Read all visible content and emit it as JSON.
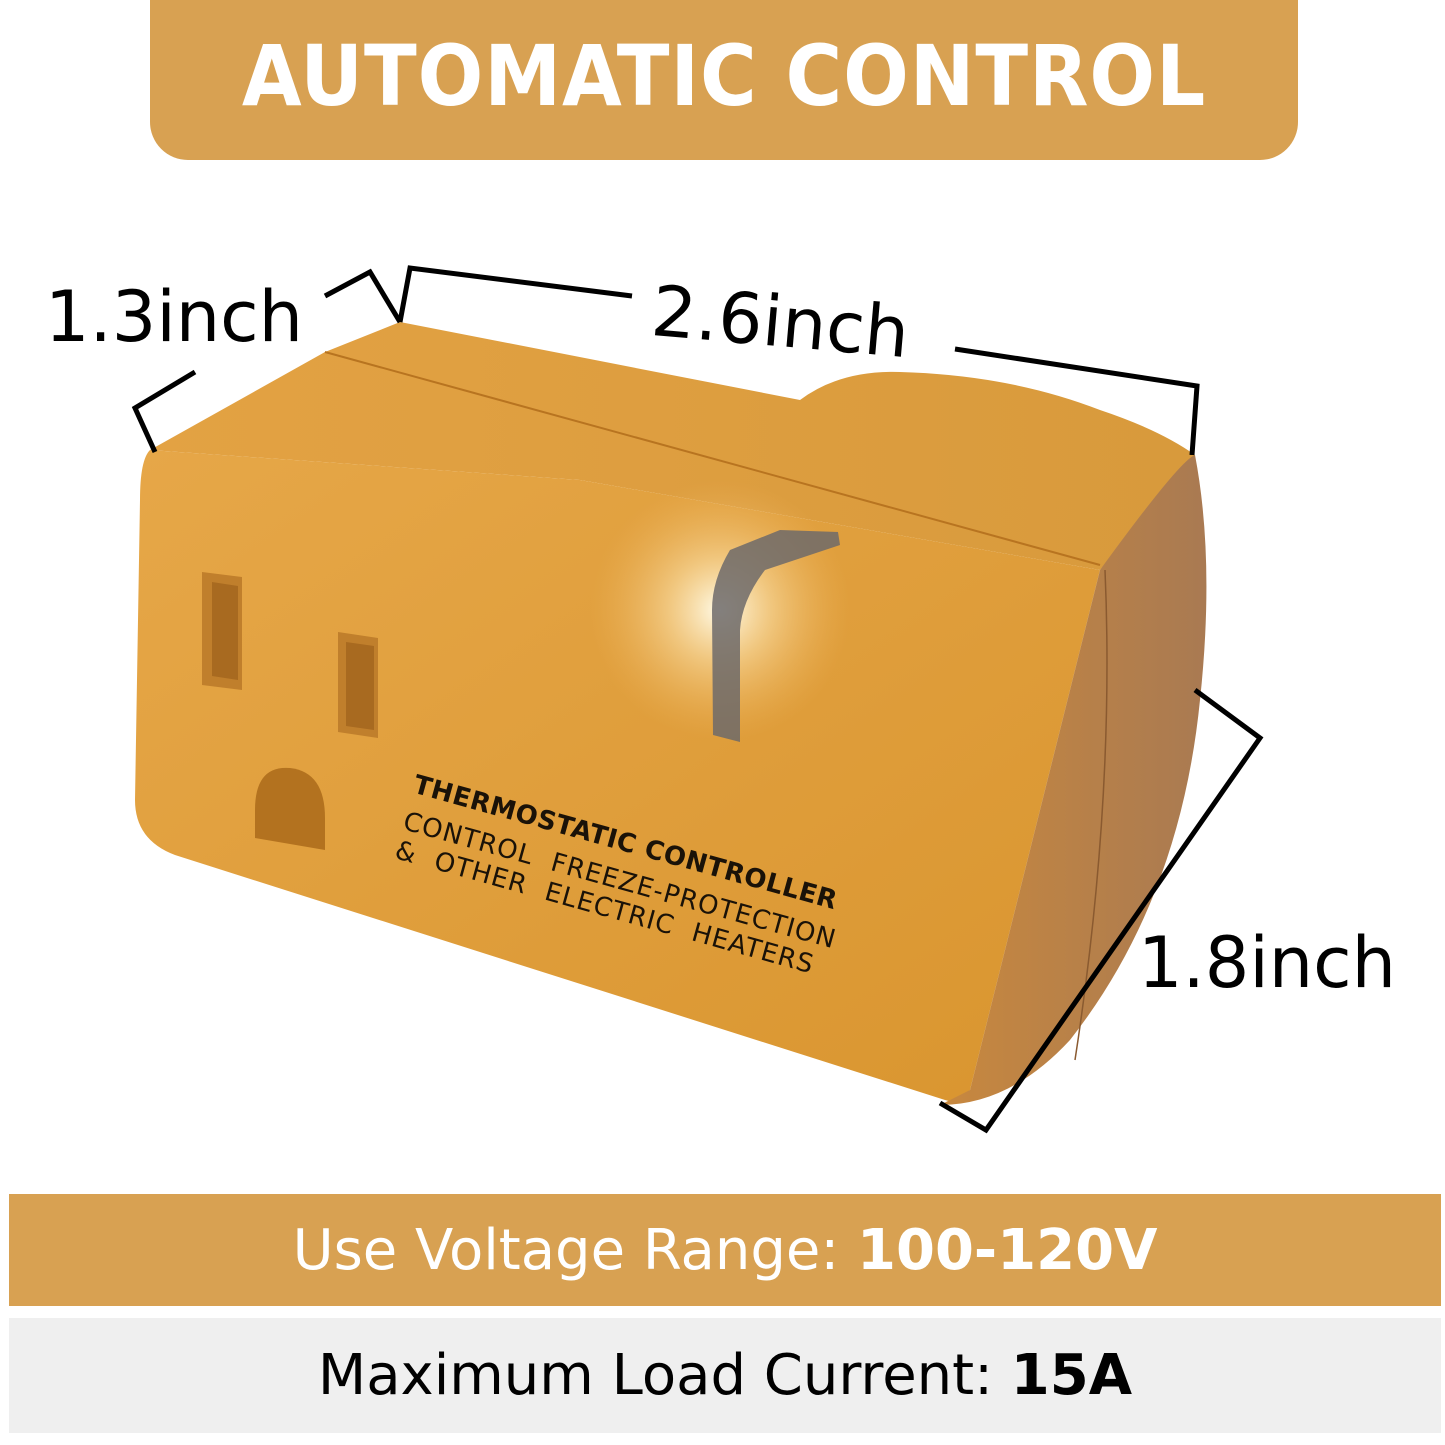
{
  "header": {
    "title": "AUTOMATIC CONTROL"
  },
  "dimensions": {
    "depth": "1.3inch",
    "length": "2.6inch",
    "height": "1.8inch"
  },
  "product": {
    "label_line1": "THERMOSTATIC CONTROLLER",
    "label_line2": "CONTROL FREEZE-PROTECTION",
    "label_line3": "& OTHER ELECTRIC HEATERS",
    "color": "#e0a040",
    "indicator": "indicator-light-icon",
    "outlet": "outlet-icon"
  },
  "specs": {
    "voltage_label": "Use Voltage Range:",
    "voltage_value": "100-120V",
    "current_label": "Maximum Load Current:",
    "current_value": "15A"
  },
  "colors": {
    "accent": "#d8a152",
    "band_gray": "#efefef",
    "text_dark": "#000000",
    "text_light": "#ffffff"
  }
}
